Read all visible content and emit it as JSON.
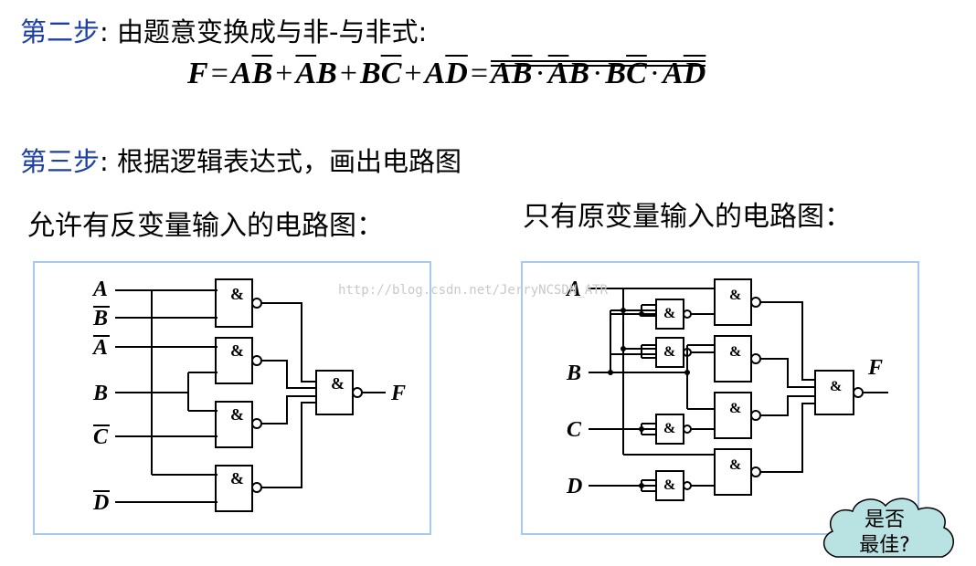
{
  "step2": {
    "label": "第二步",
    "text": ": 由题意变换成与非-与非式:"
  },
  "formula": {
    "lhs": "F",
    "terms": [
      {
        "a": "A",
        "b": "B",
        "bar": "b"
      },
      {
        "a": "A",
        "b": "B",
        "bar": "a"
      },
      {
        "a": "B",
        "b": "C",
        "bar": "b"
      },
      {
        "a": "A",
        "b": "D",
        "bar": "b"
      }
    ],
    "nand_terms": [
      {
        "a": "A",
        "b": "B",
        "bar": "b"
      },
      {
        "a": "A",
        "b": "B",
        "bar": "a"
      },
      {
        "a": "B",
        "b": "C",
        "bar": "b"
      },
      {
        "a": "A",
        "b": "D",
        "bar": "b"
      }
    ]
  },
  "step3": {
    "label": "第三步",
    "text": ": 根据逻辑表达式，画出电路图"
  },
  "left_title": "允许有反变量输入的电路图：",
  "right_title": "只有原变量输入的电路图：",
  "gate_symbol": "&",
  "left_circuit": {
    "inputs": [
      "A",
      "B",
      "A",
      "B",
      "C",
      "D"
    ],
    "inputs_barred": [
      false,
      true,
      true,
      false,
      true,
      true
    ],
    "output": "F"
  },
  "right_circuit": {
    "inputs": [
      "A",
      "B",
      "C",
      "D"
    ],
    "output": "F"
  },
  "watermark": "http://blog.csdn.net/JerryNCSDN_ATR",
  "cloud": {
    "line1": "是否",
    "line2": "最佳?"
  },
  "colors": {
    "step_label": "#1c3fa8",
    "panel_border": "#a7c8ef",
    "cloud_fill": "#b9e3e3"
  }
}
